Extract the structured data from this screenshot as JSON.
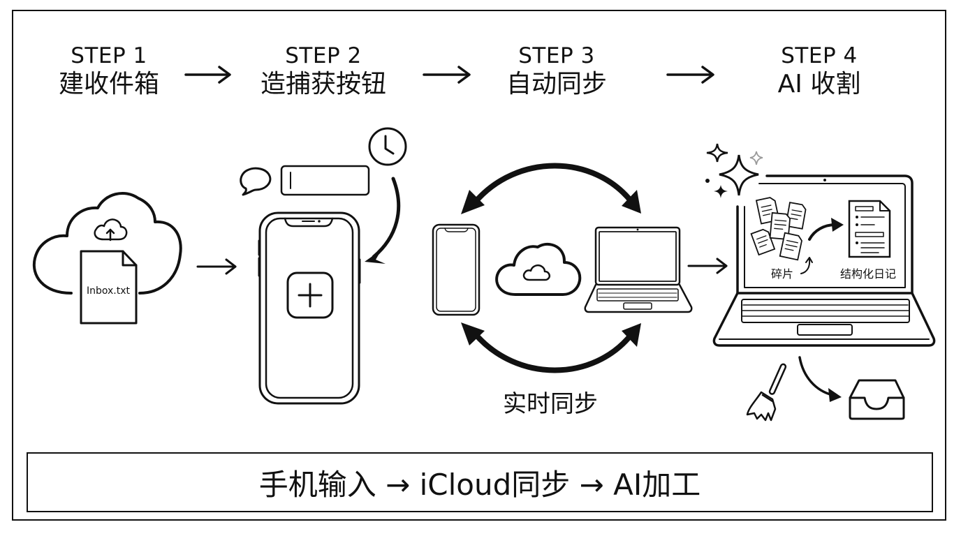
{
  "steps": [
    {
      "number": "STEP 1",
      "title": "建收件箱"
    },
    {
      "number": "STEP 2",
      "title": "造捕获按钮"
    },
    {
      "number": "STEP 3",
      "title": "自动同步"
    },
    {
      "number": "STEP 4",
      "title": "AI 收割"
    }
  ],
  "step1": {
    "file_label": "Inbox.txt",
    "icons": [
      "cloud-icon",
      "cloud-upload-icon",
      "file-icon"
    ]
  },
  "step2": {
    "icons": [
      "speech-bubble-icon",
      "text-input-icon",
      "clock-icon",
      "phone-icon",
      "plus-button-icon"
    ]
  },
  "step3": {
    "caption": "实时同步",
    "icons": [
      "phone-icon",
      "icloud-icon",
      "laptop-icon",
      "sync-arrow-icon"
    ]
  },
  "step4": {
    "fragments_label": "碎片",
    "structured_label": "结构化日记",
    "icons": [
      "sparkle-icon",
      "laptop-icon",
      "notes-icon",
      "document-icon",
      "broom-icon",
      "inbox-tray-icon"
    ]
  },
  "footer": {
    "summary": "手机输入 → iCloud同步 → AI加工"
  },
  "colors": {
    "ink": "#111111",
    "background": "#ffffff",
    "sparkle_light": "#9a9a9a"
  }
}
